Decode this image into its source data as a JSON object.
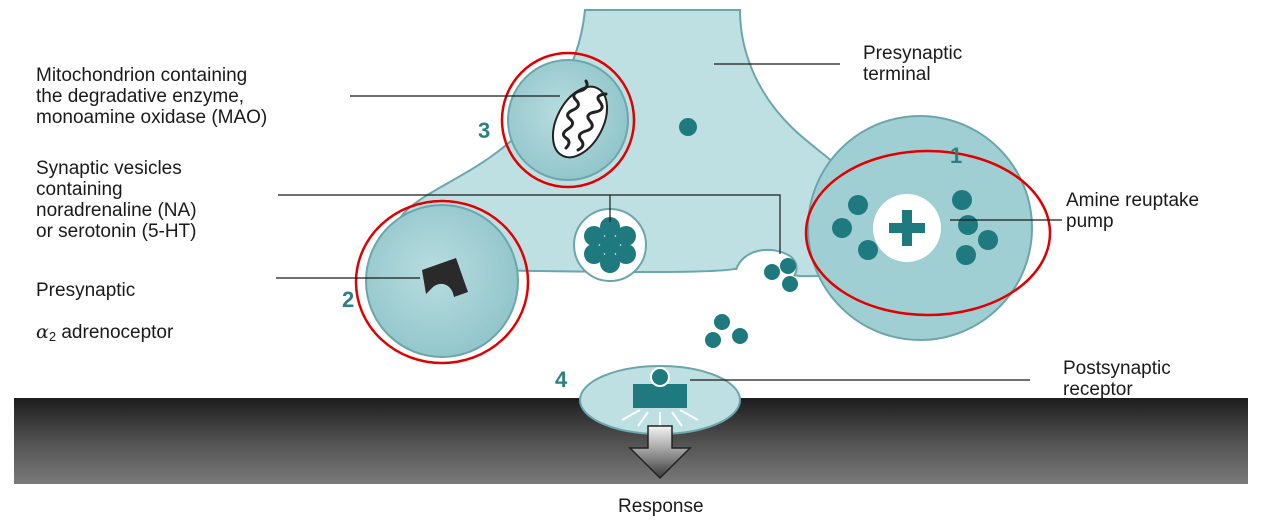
{
  "labels": {
    "presynaptic_terminal": "Presynaptic\nterminal",
    "mitochondrion": "Mitochondrion containing\nthe degradative enzyme,\nmonoamine oxidase (MAO)",
    "vesicles": "Synaptic vesicles\ncontaining\nnoradrenaline (NA)\nor serotonin (5-HT)",
    "alpha2_prefix": "Presynaptic",
    "alpha2_symbol": "α",
    "alpha2_subscript": "2",
    "alpha2_suffix": " adrenoceptor",
    "reuptake": "Amine reuptake\npump",
    "postsynaptic": "Postsynaptic\nreceptor",
    "response": "Response"
  },
  "numbers": {
    "n1": "1",
    "n2": "2",
    "n3": "3",
    "n4": "4"
  },
  "colors": {
    "terminal_fill": "#bfe0e3",
    "terminal_stroke": "#6aa6ab",
    "zoom_fill": "#9fcfd3",
    "molecule": "#1f7a80",
    "highlight_ring": "#e00000",
    "membrane_dark": "#3a3a3a",
    "number_color": "#2e7f84"
  }
}
